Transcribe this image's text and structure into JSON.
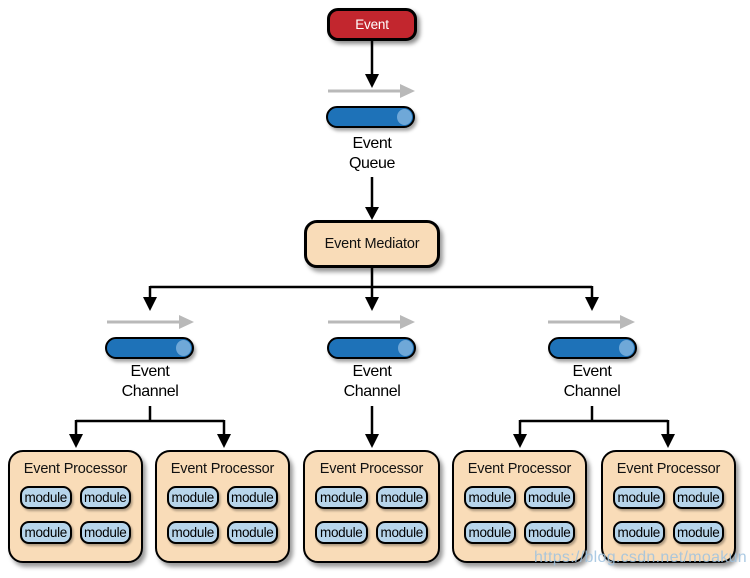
{
  "diagram": {
    "event_node": "Event",
    "event_queue": {
      "line1": "Event",
      "line2": "Queue"
    },
    "event_mediator": "Event Mediator",
    "event_channels": [
      {
        "line1": "Event",
        "line2": "Channel"
      },
      {
        "line1": "Event",
        "line2": "Channel"
      },
      {
        "line1": "Event",
        "line2": "Channel"
      }
    ],
    "processors": [
      {
        "title": "Event Processor",
        "modules": [
          "module",
          "module",
          "module",
          "module"
        ]
      },
      {
        "title": "Event Processor",
        "modules": [
          "module",
          "module",
          "module",
          "module"
        ]
      },
      {
        "title": "Event Processor",
        "modules": [
          "module",
          "module",
          "module",
          "module"
        ]
      },
      {
        "title": "Event Processor",
        "modules": [
          "module",
          "module",
          "module",
          "module"
        ]
      },
      {
        "title": "Event Processor",
        "modules": [
          "module",
          "module",
          "module",
          "module"
        ]
      }
    ]
  },
  "watermark": "https://blog.csdn.net/moakun",
  "colors": {
    "event_fill": "#c2262e",
    "mediator_fill": "#f9dcb8",
    "processor_fill": "#f9dcb8",
    "pill_fill": "#1e72b8",
    "pill_cap": "#6fa8d8",
    "module_fill": "#b7d5eb",
    "connector": "#000000",
    "flow_arrow": "#b9b9b9",
    "watermark": "#9ec2df"
  }
}
